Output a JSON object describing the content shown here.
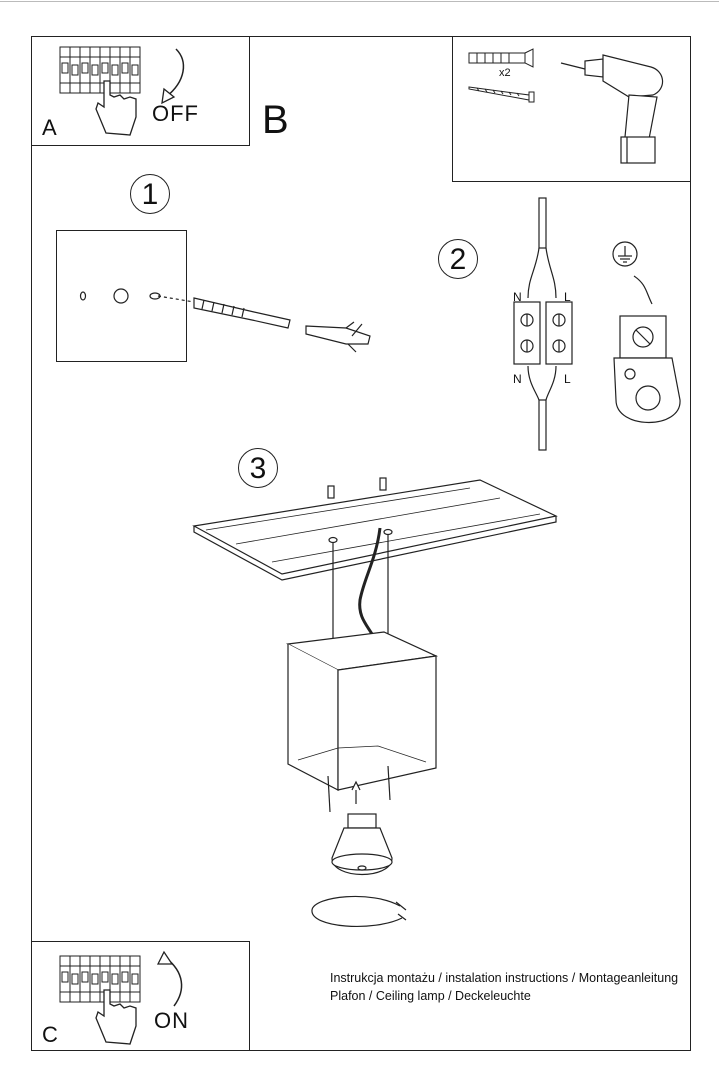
{
  "panels": {
    "a": {
      "letter": "A",
      "action": "OFF"
    },
    "b": {
      "letter": "B",
      "quantity": "x2"
    },
    "c": {
      "letter": "C",
      "action": "ON"
    }
  },
  "steps": [
    {
      "number": "1"
    },
    {
      "number": "2",
      "wire_labels": [
        "N",
        "L",
        "N",
        "L"
      ]
    },
    {
      "number": "3"
    }
  ],
  "footer": {
    "line1": "Instrukcja montażu / instalation instructions / Montageanleitung",
    "line2": "Plafon / Ceiling lamp / Deckeleuchte"
  }
}
